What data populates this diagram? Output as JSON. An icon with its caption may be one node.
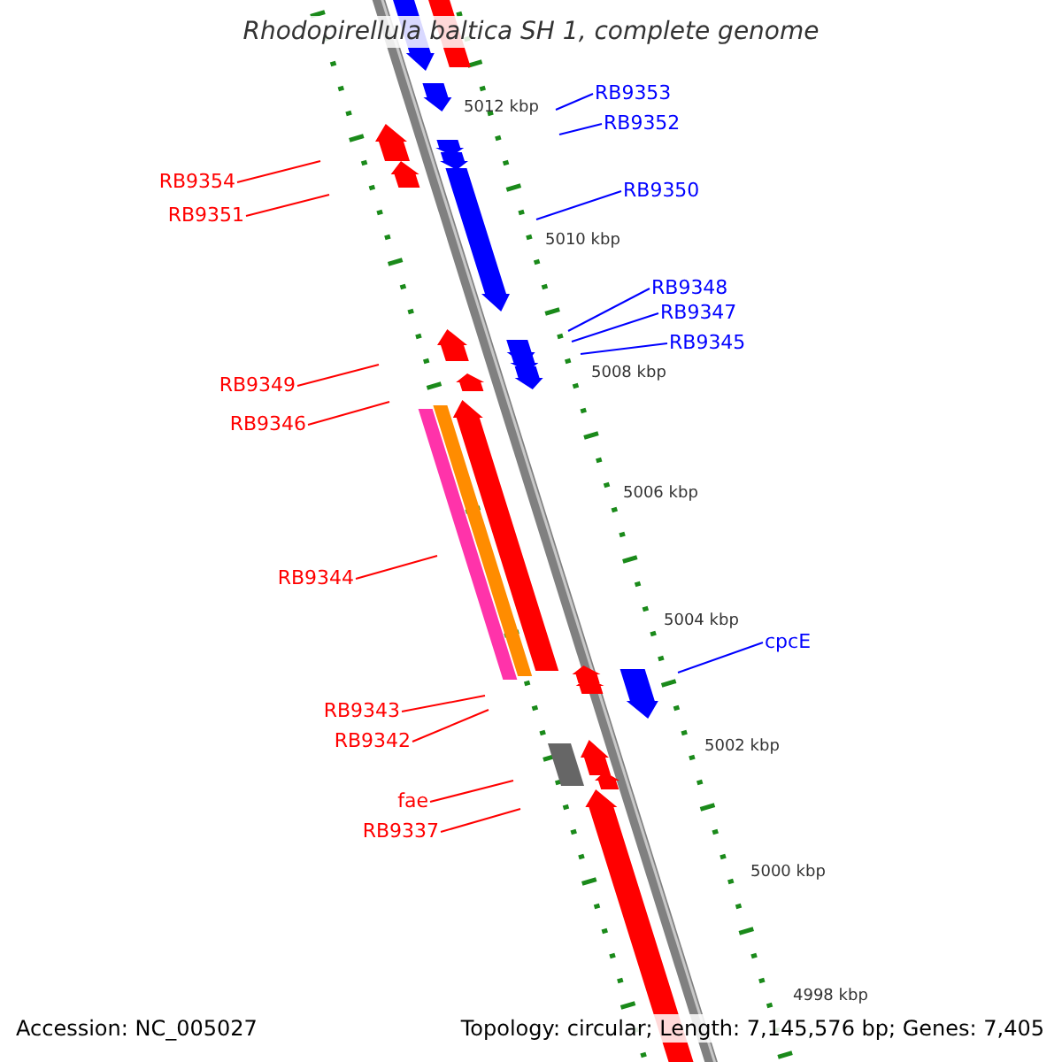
{
  "diagram": {
    "title": "Rhodopirellula baltica SH 1, complete genome",
    "nodes": [
      {
        "text": [
          "RB9353"
        ]
      },
      {
        "text": [
          "RB9352"
        ]
      },
      {
        "text": [
          "RB9354"
        ]
      },
      {
        "text": [
          "RB9350"
        ]
      },
      {
        "text": [
          "RB9351"
        ]
      },
      {
        "text": [
          "RB9348"
        ]
      },
      {
        "text": [
          "RB9347"
        ]
      },
      {
        "text": [
          "RB9345"
        ]
      },
      {
        "text": [
          "RB9349"
        ]
      },
      {
        "text": [
          "RB9346"
        ]
      },
      {
        "text": [
          "RB9344"
        ]
      },
      {
        "text": [
          "cpcE"
        ]
      },
      {
        "text": [
          "RB9343"
        ]
      },
      {
        "text": [
          "RB9342"
        ]
      },
      {
        "text": [
          "fae"
        ]
      },
      {
        "text": [
          "RB9337"
        ]
      }
    ],
    "edges": [
      {
        "from": 0,
        "to": null,
        "arrow": "none",
        "color": "#0000ff"
      },
      {
        "from": 1,
        "to": null,
        "arrow": "none",
        "color": "#0000ff"
      },
      {
        "from": 2,
        "to": null,
        "arrow": "none"
      },
      {
        "from": 3,
        "to": null,
        "arrow": "none",
        "color": "#0000ff"
      },
      {
        "from": 4,
        "to": null,
        "arrow": "none"
      },
      {
        "from": 5,
        "to": null,
        "arrow": "none",
        "color": "#0000ff"
      },
      {
        "from": 6,
        "to": null,
        "arrow": "none",
        "color": "#0000ff"
      },
      {
        "from": 7,
        "to": null,
        "arrow": "none",
        "color": "#0000ff"
      },
      {
        "from": 8,
        "to": null,
        "arrow": "none"
      },
      {
        "from": 9,
        "to": null,
        "arrow": "none"
      },
      {
        "from": 10,
        "to": null,
        "arrow": "none"
      },
      {
        "from": 11,
        "to": null,
        "arrow": "none",
        "color": "#0000ff"
      },
      {
        "from": 12,
        "to": null,
        "arrow": "none"
      },
      {
        "from": 13,
        "to": null,
        "arrow": "none"
      },
      {
        "from": 14,
        "to": null,
        "arrow": "none"
      },
      {
        "from": 15,
        "to": null,
        "arrow": "none"
      }
    ],
    "labels": [
      "5012 kbp",
      "5010 kbp",
      "5008 kbp",
      "5006 kbp",
      "5004 kbp",
      "5002 kbp",
      "5000 kbp",
      "4998 kbp",
      "Accession: NC_005027",
      "Topology: circular; Length: 7,145,576 bp; Genes: 7,405"
    ]
  }
}
